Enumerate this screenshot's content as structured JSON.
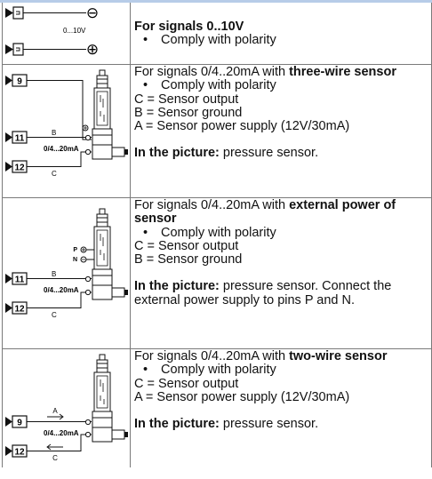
{
  "row1": {
    "title": "For signals 0..10V",
    "bullet": "Comply with polarity",
    "diagram": {
      "range_label": "0...10V",
      "minus_symbol": "⊖",
      "plus_symbol": "⊕"
    }
  },
  "row2": {
    "intro": "For signals 0/4..20mA with ",
    "intro_bold": "three-wire sensor",
    "bullet": "Comply with polarity",
    "line_c": "C = Sensor output",
    "line_b": "B = Sensor ground",
    "line_a": "A = Sensor power supply (12V/30mA)",
    "picture_label": "In the picture:",
    "picture_text": " pressure sensor.",
    "diagram": {
      "pin_top": "9",
      "pin_mid": "11",
      "pin_bot": "12",
      "wire_b": "B",
      "wire_c": "C",
      "current_label": "0/4...20mA"
    }
  },
  "row3": {
    "intro": "For signals 0/4..20mA with ",
    "intro_bold": "external power of sensor",
    "bullet": "Comply with polarity",
    "line_c": "C = Sensor output",
    "line_b": "B = Sensor ground",
    "picture_label": "In the picture:",
    "picture_text": " pressure sensor. Connect the external power supply to pins P and N.",
    "diagram": {
      "label_p": "P",
      "label_n": "N",
      "pin_mid": "11",
      "pin_bot": "12",
      "wire_b": "B",
      "wire_c": "C",
      "current_label": "0/4...20mA"
    }
  },
  "row4": {
    "intro": "For signals 0/4..20mA with ",
    "intro_bold": "two-wire sensor",
    "bullet": "Comply with polarity",
    "line_c": "C = Sensor output",
    "line_a": "A = Sensor power supply (12V/30mA)",
    "picture_label": "In the picture:",
    "picture_text": " pressure sensor.",
    "diagram": {
      "pin_top": "9",
      "pin_bot": "12",
      "wire_a": "A",
      "wire_c": "C",
      "current_label": "0/4...20mA"
    }
  }
}
